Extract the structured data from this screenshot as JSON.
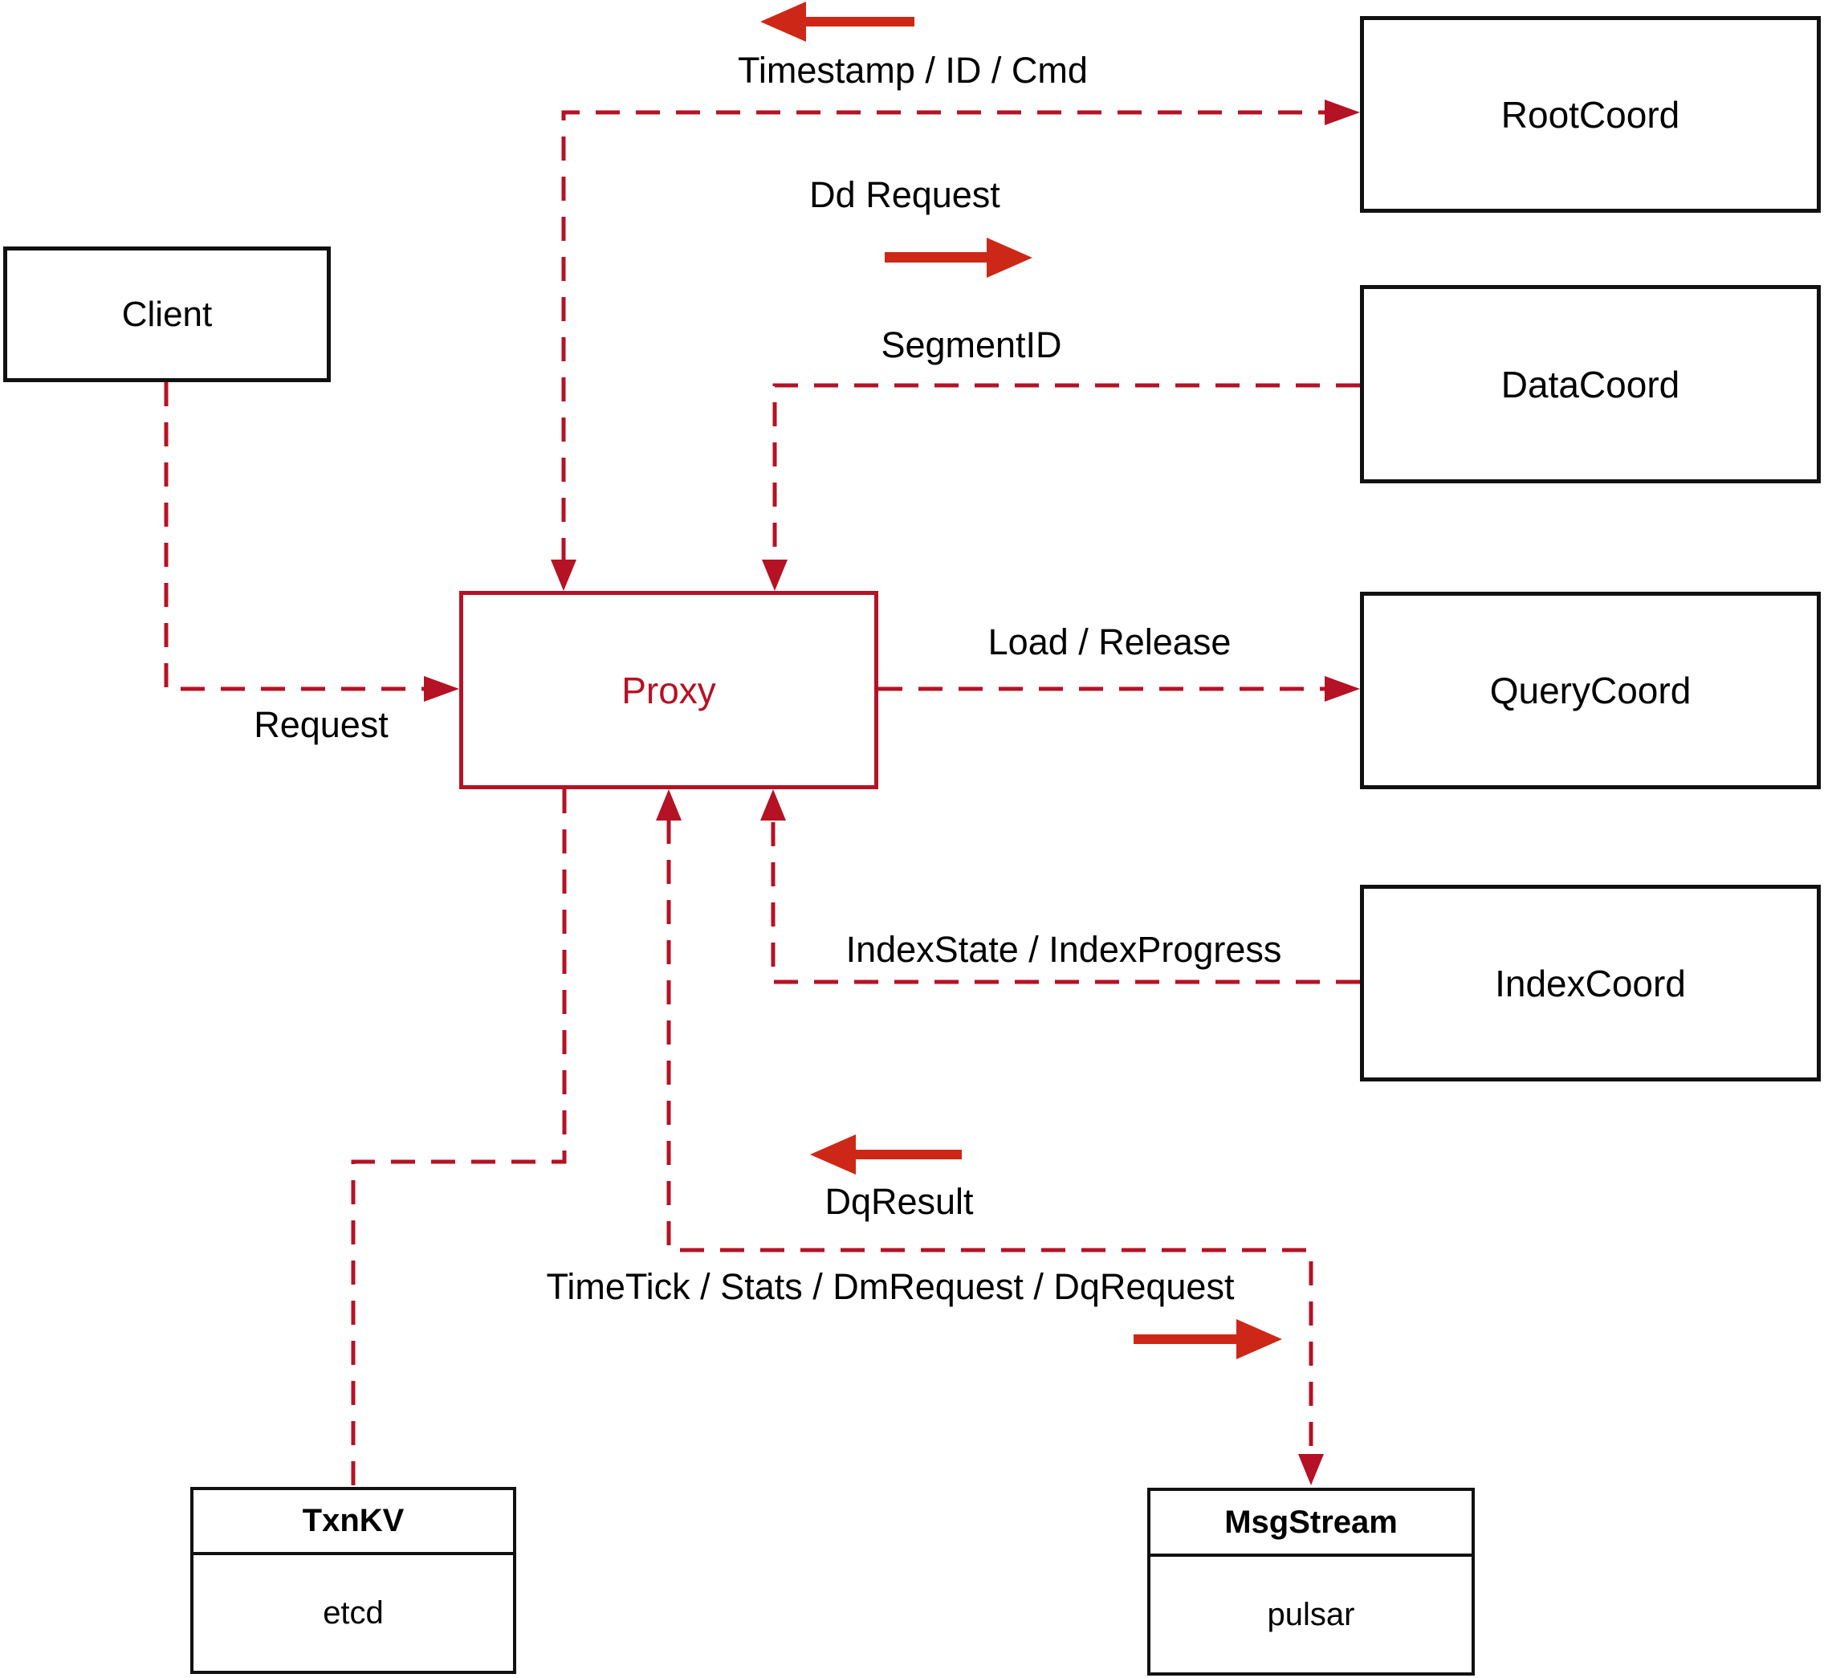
{
  "nodes": {
    "client": {
      "label": "Client"
    },
    "rootcoord": {
      "label": "RootCoord"
    },
    "datacoord": {
      "label": "DataCoord"
    },
    "querycoord": {
      "label": "QueryCoord"
    },
    "indexcoord": {
      "label": "IndexCoord"
    },
    "proxy": {
      "label": "Proxy"
    },
    "txnkv": {
      "title": "TxnKV",
      "impl": "etcd"
    },
    "msgstream": {
      "title": "MsgStream",
      "impl": "pulsar"
    }
  },
  "edge_labels": {
    "timestamp_id_cmd": "Timestamp / ID / Cmd",
    "dd_request": "Dd Request",
    "segment_id": "SegmentID",
    "request": "Request",
    "load_release": "Load / Release",
    "index_state": "IndexState / IndexProgress",
    "dq_result": "DqResult",
    "time_tick": "TimeTick / Stats / DmRequest / DqRequest"
  },
  "colors": {
    "dashed_line": "#b51225",
    "solid_arrow": "#cd2817",
    "box_border": "#111111",
    "text": "#000000"
  }
}
